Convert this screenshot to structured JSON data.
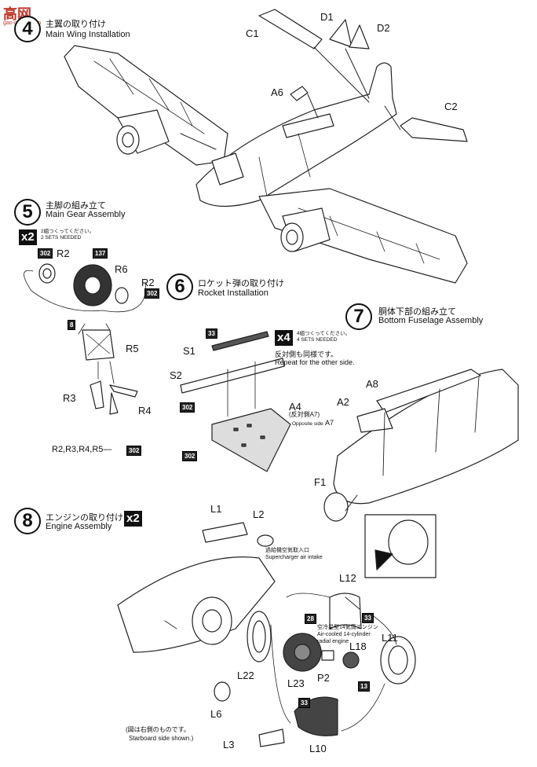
{
  "watermark": {
    "text": "高网",
    "sub": "gao-model.com"
  },
  "steps": [
    {
      "num": "4",
      "jp": "主翼の取り付け",
      "en": "Main Wing Installation"
    },
    {
      "num": "5",
      "jp": "主脚の組み立て",
      "en": "Main Gear Assembly"
    },
    {
      "num": "6",
      "jp": "ロケット弾の取り付け",
      "en": "Rocket Installation"
    },
    {
      "num": "7",
      "jp": "胴体下部の組み立て",
      "en": "Bottom Fuselage Assembly"
    },
    {
      "num": "8",
      "jp": "エンジンの取り付け",
      "en": "Engine Assembly"
    }
  ],
  "multipliers": {
    "step5": "x2",
    "step6": "x4",
    "step8": "x2"
  },
  "notes": {
    "step5_sets": "2組つくってください。\n2 SETS NEEDED",
    "step6_sets": "4組つくってください。\n4 SETS NEEDED",
    "step6_repeat_jp": "反対側も同様です。",
    "step6_repeat_en": "Repeat for the other side.",
    "a4_opposite_jp": "(反対側A7)",
    "a4_opposite_en": "Opposite side",
    "a4_opposite_part": "A7",
    "air_intake_jp": "過給機空気取入口",
    "air_intake_en": "Supercharger air intake",
    "engine_jp": "空冷星型14気筒エンジン",
    "engine_en1": "Air-cooled 14-cylinder",
    "engine_en2": "radial engine",
    "starboard_jp": "(図は右側のものです。",
    "starboard_en": "Starboard side shown.)",
    "step5_paint_list": "R2,R3,R4,R5—"
  },
  "paints": {
    "p302": "302",
    "p137": "137",
    "p8": "8",
    "p33": "33",
    "p28": "28",
    "p13": "13"
  },
  "parts": {
    "C1": "C1",
    "D1": "D1",
    "D2": "D2",
    "A6": "A6",
    "C2": "C2",
    "R2": "R2",
    "R6": "R6",
    "R5": "R5",
    "R3": "R3",
    "R4": "R4",
    "S1": "S1",
    "S2": "S2",
    "A4": "A4",
    "A8": "A8",
    "A2": "A2",
    "F1": "F1",
    "L1": "L1",
    "L2": "L2",
    "L12": "L12",
    "L11": "L11",
    "L18": "L18",
    "L22": "L22",
    "L23": "L23",
    "P2": "P2",
    "L6": "L6",
    "L3": "L3",
    "L10": "L10"
  }
}
